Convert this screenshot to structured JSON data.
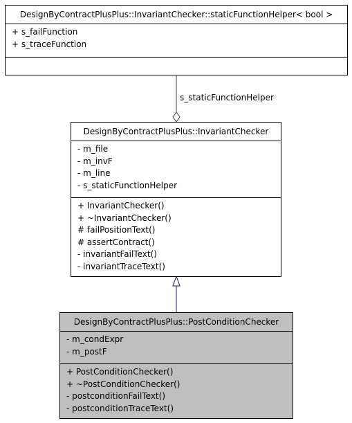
{
  "diagram": {
    "helper_class": {
      "name": "DesignByContractPlusPlus::InvariantChecker::staticFunctionHelper< bool >",
      "attributes": [
        "+ s_failFunction",
        "+ s_traceFunction"
      ],
      "operations": []
    },
    "invariant_checker": {
      "name": "DesignByContractPlusPlus::InvariantChecker",
      "attributes": [
        "- m_file",
        "- m_invF",
        "- m_line",
        "- s_staticFunctionHelper"
      ],
      "operations": [
        "+ InvariantChecker()",
        "+ ~InvariantChecker()",
        "# failPositionText()",
        "# assertContract()",
        "- invariantFailText()",
        "- invariantTraceText()"
      ]
    },
    "post_condition_checker": {
      "name": "DesignByContractPlusPlus::PostConditionChecker",
      "attributes": [
        "- m_condExpr",
        "- m_postF"
      ],
      "operations": [
        "+ PostConditionChecker()",
        "+ ~PostConditionChecker()",
        "- postconditionFailText()",
        "- postconditionTraceText()"
      ]
    },
    "aggregation_label": "s_staticFunctionHelper",
    "colors": {
      "highlight_fill": "#bfbfbf",
      "inheritance_edge": "#191970",
      "aggregation_edge": "#404040"
    }
  }
}
